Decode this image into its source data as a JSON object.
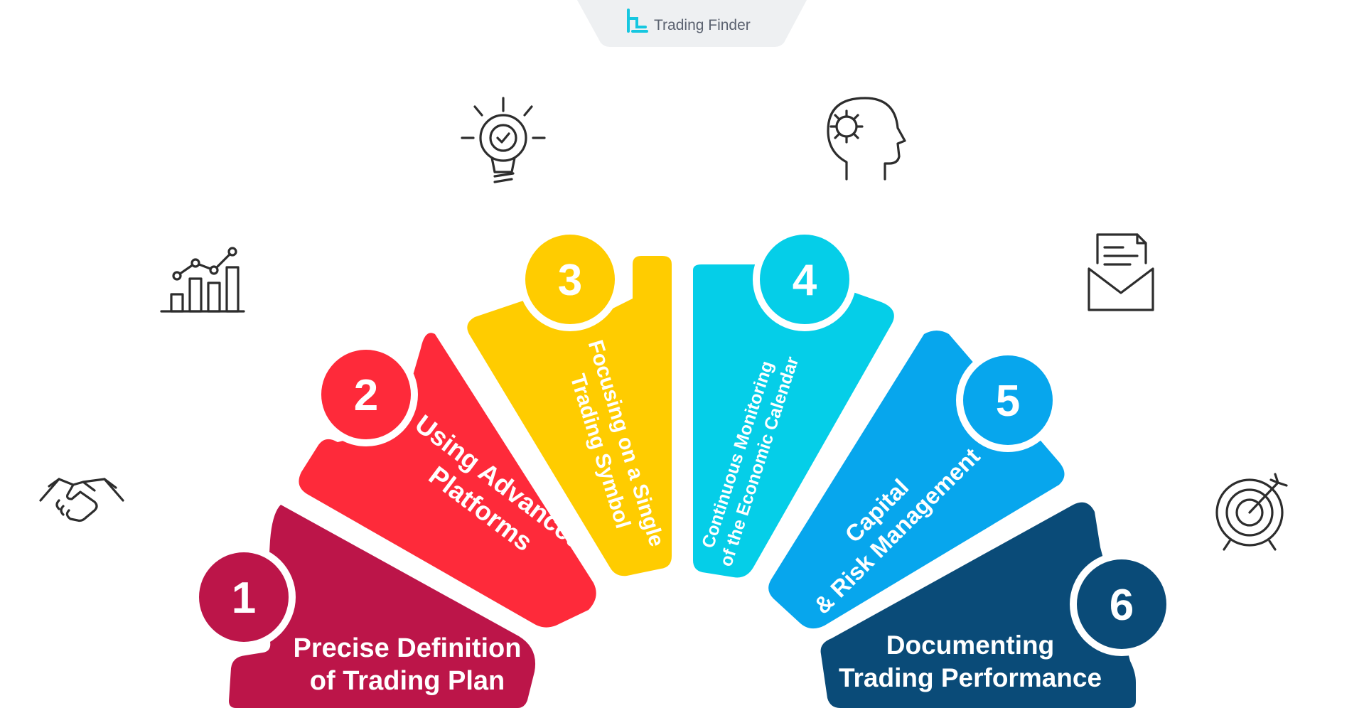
{
  "brand": {
    "name": "Trading Finder"
  },
  "steps": [
    {
      "number": "1",
      "line1": "Precise Definition",
      "line2": "of Trading Plan",
      "color": "#bc1549"
    },
    {
      "number": "2",
      "line1": "Using Advanced",
      "line2": "Platforms",
      "color": "#fe2a3a"
    },
    {
      "number": "3",
      "line1": "Focusing on a Single",
      "line2": "Trading Symbol",
      "color": "#ffcc00"
    },
    {
      "number": "4",
      "line1": "Continuous Monitoring",
      "line2": "of the Economic Calendar",
      "color": "#05cee8"
    },
    {
      "number": "5",
      "line1": "Capital",
      "line2": "& Risk Management",
      "color": "#07a6ed"
    },
    {
      "number": "6",
      "line1": "Documenting",
      "line2": "Trading Performance",
      "color": "#0a4b78"
    }
  ],
  "icons": [
    "handshake-icon",
    "growth-chart-icon",
    "lightbulb-check-icon",
    "head-gear-icon",
    "envelope-document-icon",
    "target-arrow-icon"
  ]
}
